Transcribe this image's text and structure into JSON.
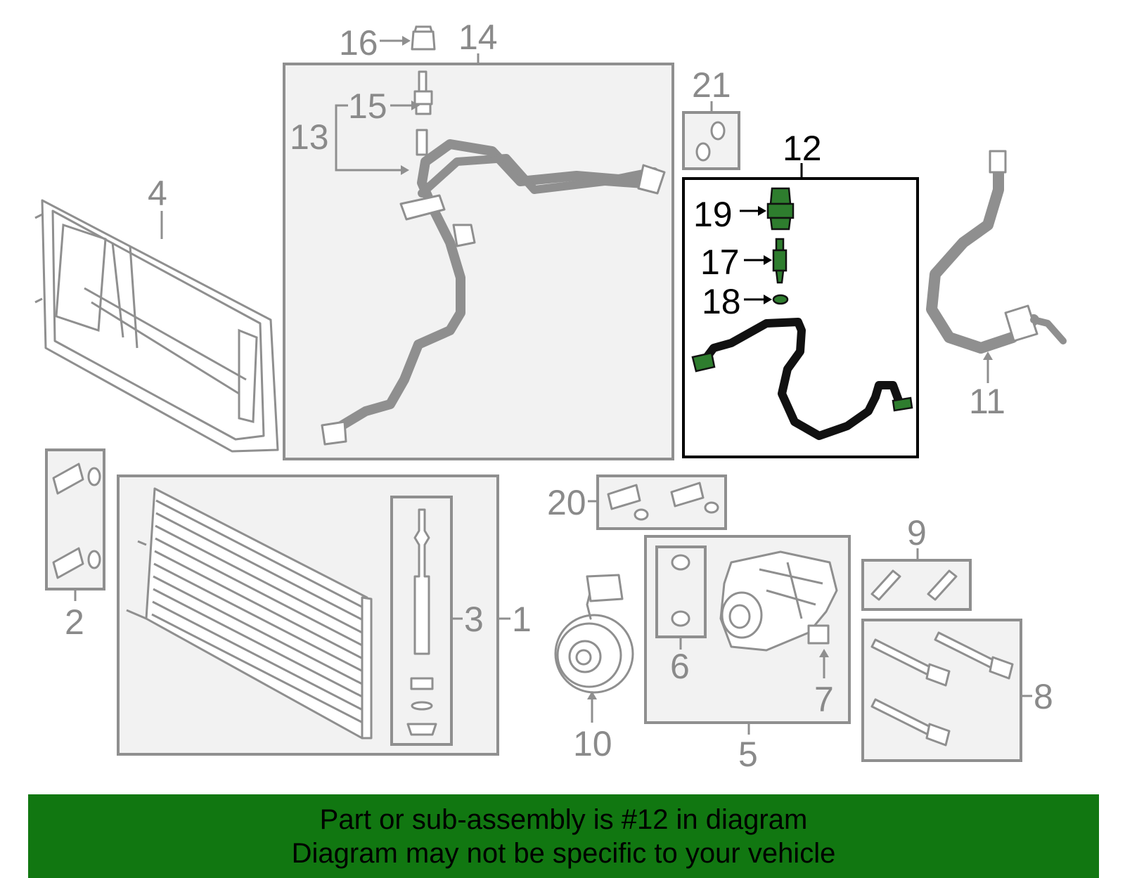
{
  "callouts": {
    "c1": "1",
    "c2": "2",
    "c3": "3",
    "c4": "4",
    "c5": "5",
    "c6": "6",
    "c7": "7",
    "c8": "8",
    "c9": "9",
    "c10": "10",
    "c11": "11",
    "c12": "12",
    "c13": "13",
    "c14": "14",
    "c15": "15",
    "c16": "16",
    "c17": "17",
    "c18": "18",
    "c19": "19",
    "c20": "20",
    "c21": "21"
  },
  "highlighted_part": "12",
  "colors": {
    "highlight": "#2e7d2e",
    "banner": "#117711",
    "line": "#8f8f8f"
  },
  "banner": {
    "line1": "Part or sub-assembly is #12 in diagram",
    "line2": "Diagram may not be specific to your vehicle"
  }
}
